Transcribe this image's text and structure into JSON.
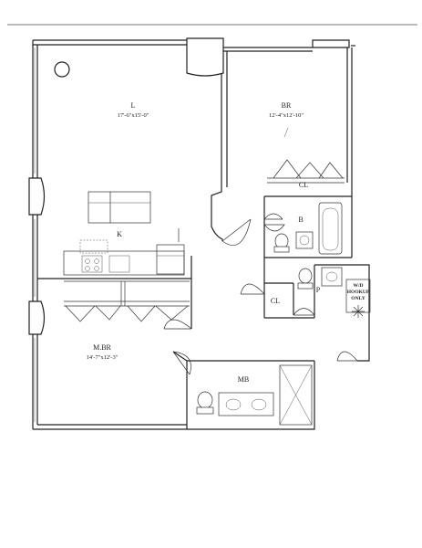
{
  "rooms": {
    "living": {
      "name": "L",
      "dims": "17'-6\"x15'-0\""
    },
    "bedroom": {
      "name": "BR",
      "dims": "12'-4\"x12'-10\""
    },
    "closet_br": {
      "name": "CL"
    },
    "bath": {
      "name": "B"
    },
    "kitchen": {
      "name": "K"
    },
    "closet_hall": {
      "name": "CL"
    },
    "pantry": {
      "name": "P"
    },
    "master": {
      "name": "M.BR",
      "dims": "14'-7\"x12'-3\""
    },
    "master_bath": {
      "name": "MB"
    }
  },
  "laundry": {
    "line1": "W/D",
    "line2": "HOOKUP",
    "line3": "ONLY"
  },
  "colors": {
    "ink": "#222222",
    "paper": "#ffffff"
  }
}
